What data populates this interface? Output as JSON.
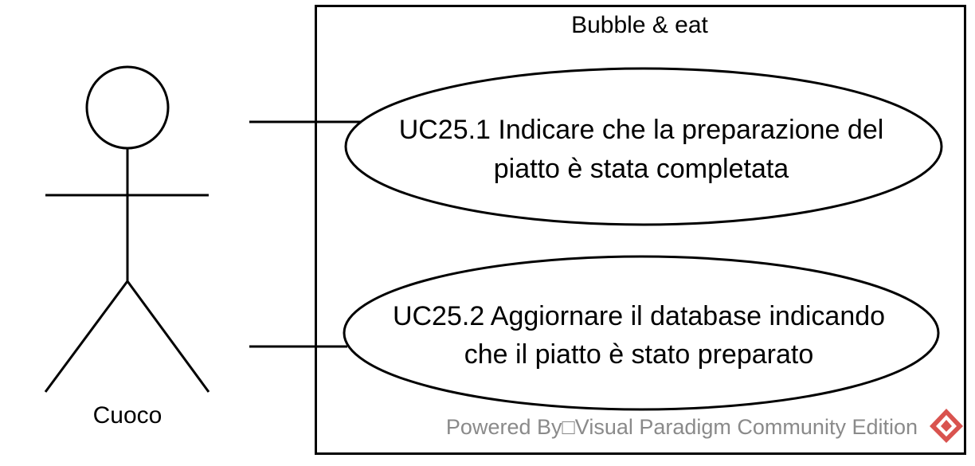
{
  "system": {
    "title": "Bubble & eat"
  },
  "actor": {
    "name": "Cuoco"
  },
  "use_cases": [
    {
      "line1": "UC25.1 Indicare che la preparazione del",
      "line2": "piatto è stata completata"
    },
    {
      "line1": "UC25.2 Aggiornare il database indicando",
      "line2": "che il piatto è stato preparato"
    }
  ],
  "watermark": {
    "text": "Powered By□Visual Paradigm Community Edition",
    "logo_color": "#d9534f"
  }
}
